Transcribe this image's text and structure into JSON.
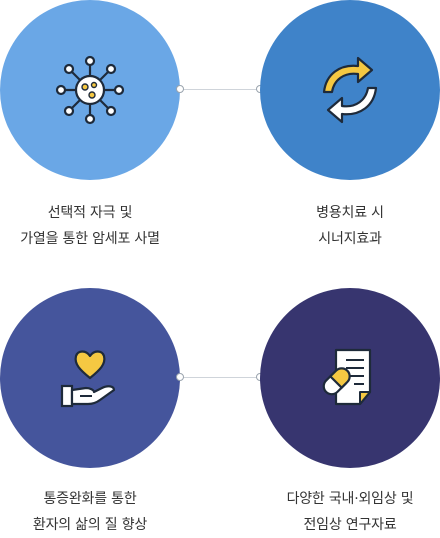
{
  "colors": {
    "circle_1": "#6aa7e6",
    "circle_2": "#3f83c9",
    "circle_3": "#45559c",
    "circle_4": "#37356f",
    "icon_outline": "#ffffff",
    "icon_fill": "#f5c842"
  },
  "items": [
    {
      "icon": "virus-icon",
      "lines": [
        "선택적 자극 및",
        "가열을 통한 암세포 사멸"
      ]
    },
    {
      "icon": "refresh-cycle-icon",
      "lines": [
        "병용치료 시",
        "시너지효과"
      ]
    },
    {
      "icon": "hand-heart-icon",
      "lines": [
        "통증완화를 통한",
        "환자의 삶의 질 향상"
      ]
    },
    {
      "icon": "document-pill-icon",
      "lines": [
        "다양한 국내·외임상 및",
        "전임상 연구자료"
      ]
    }
  ]
}
